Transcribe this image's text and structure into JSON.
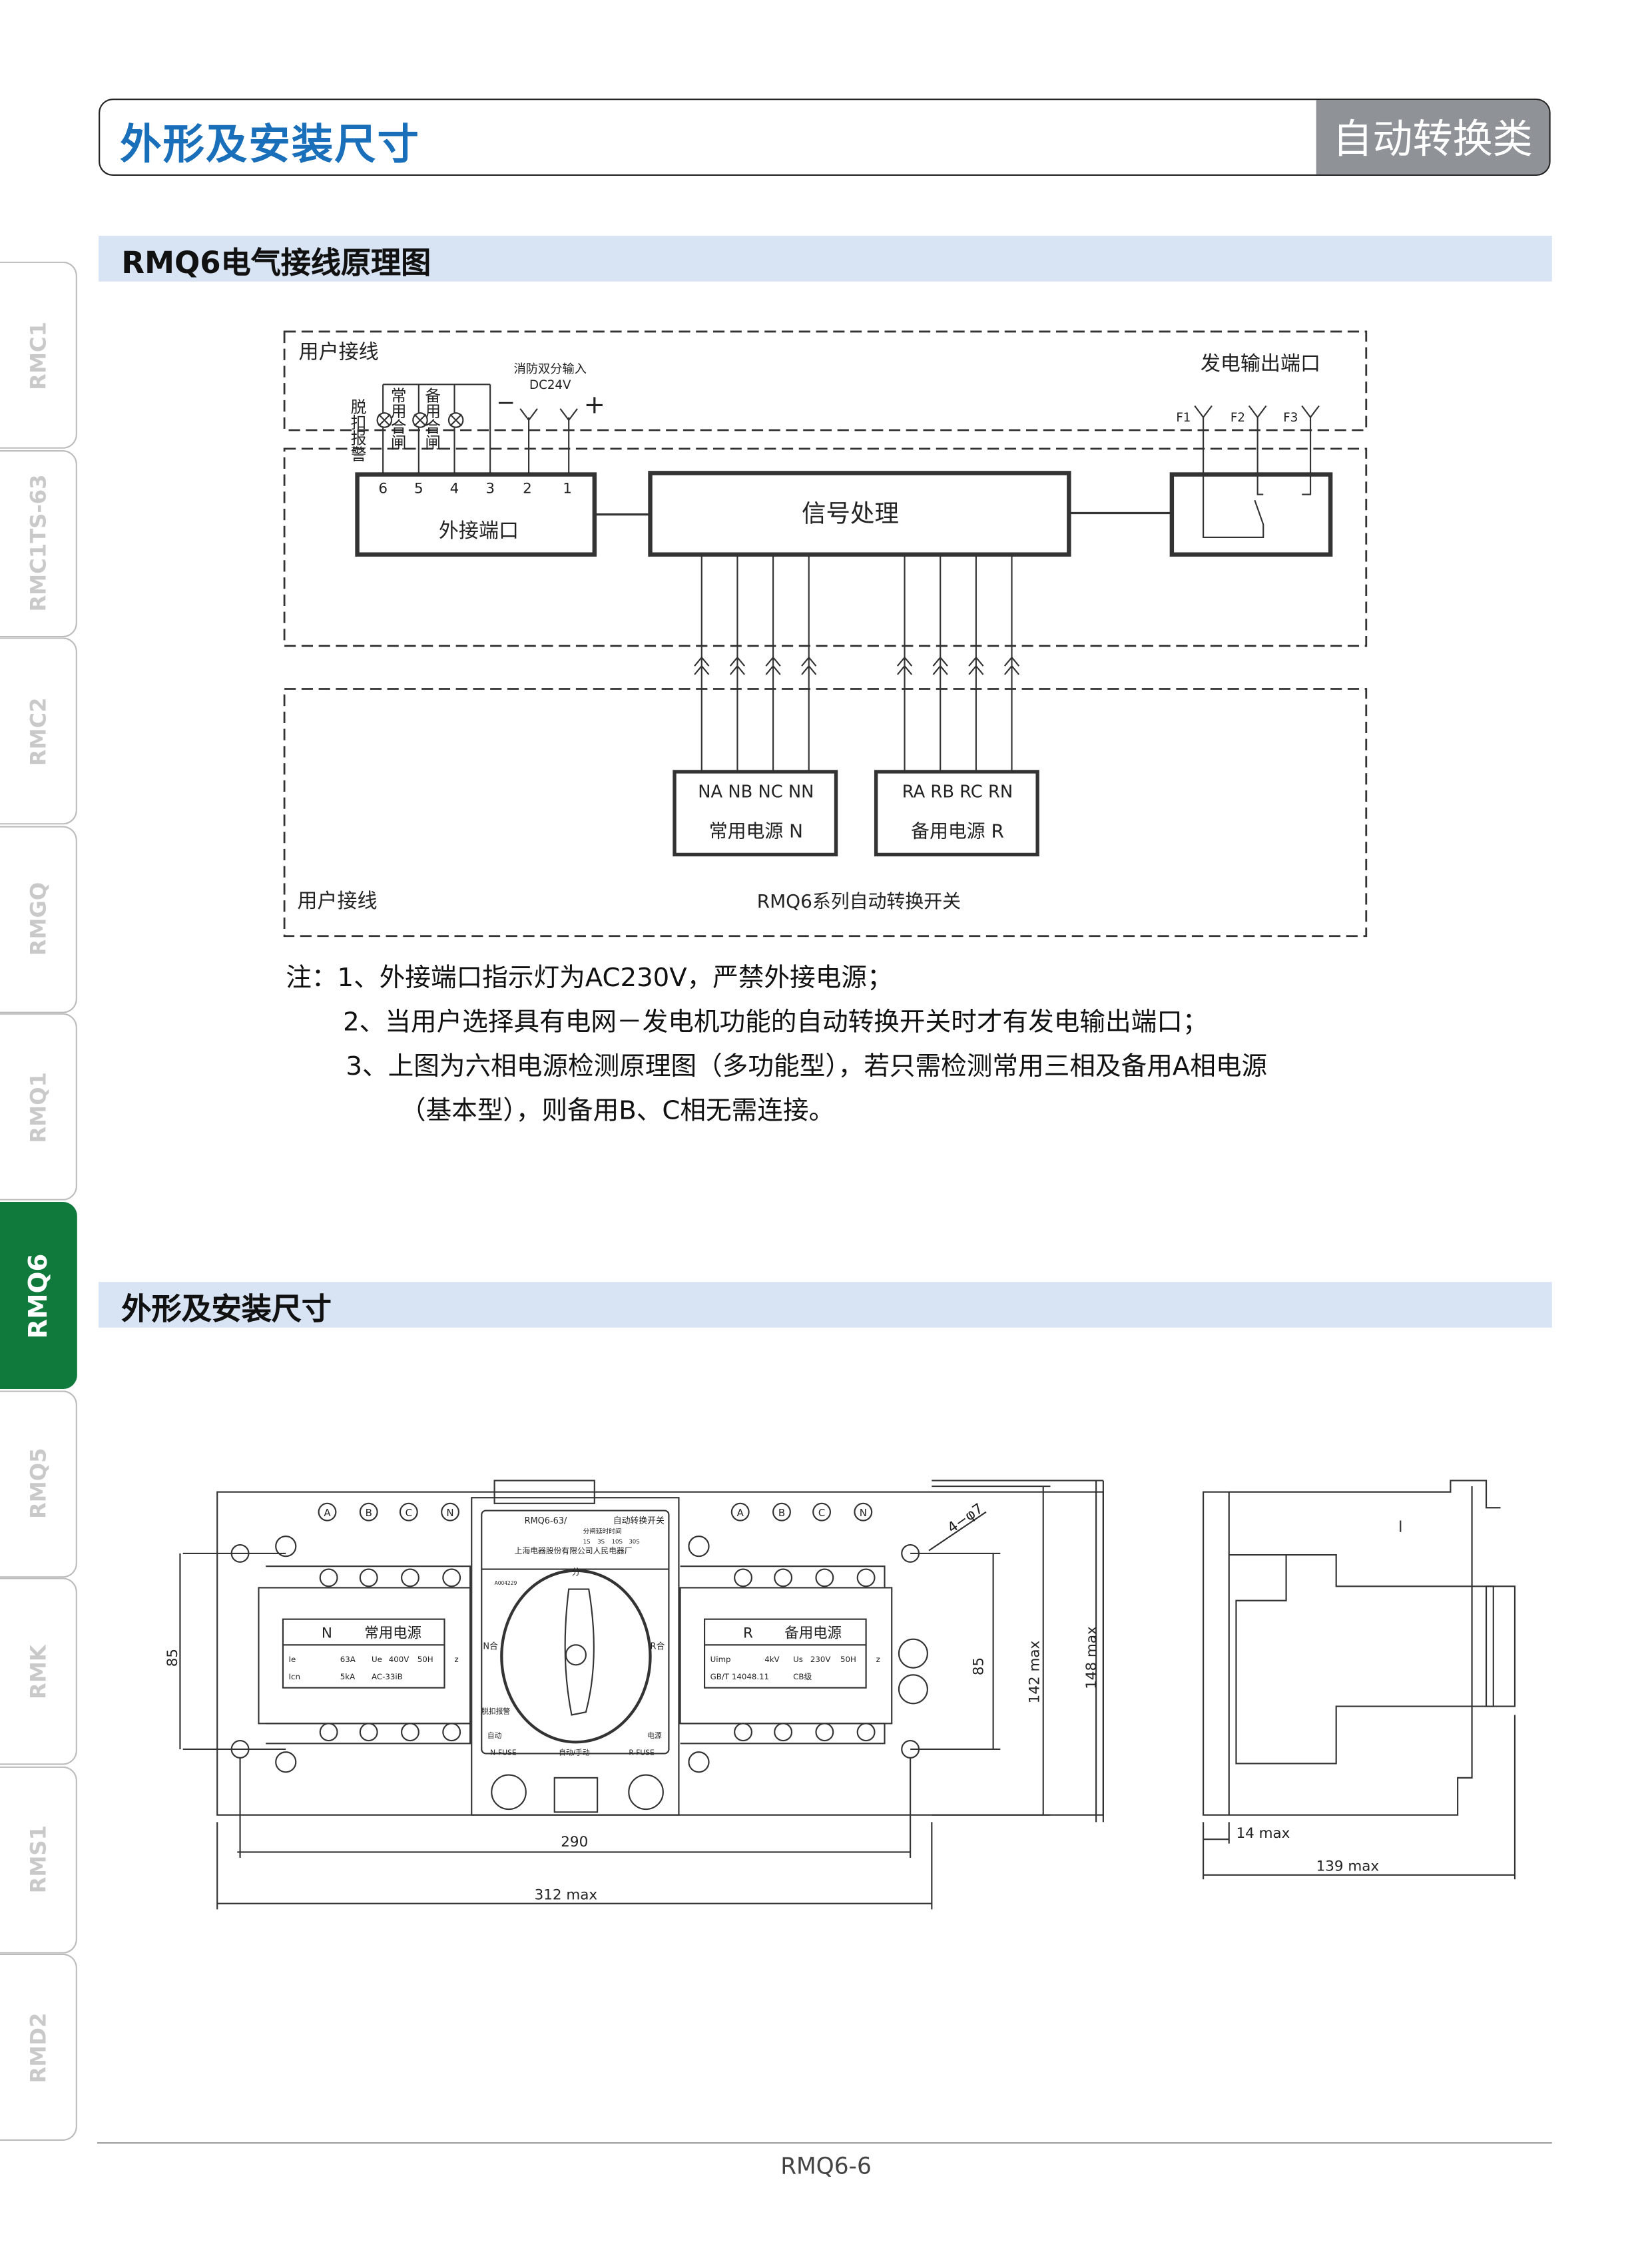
{
  "header": {
    "title": "外形及安装尺寸",
    "category": "自动转换类"
  },
  "sidebar": {
    "tabs": [
      {
        "label": "RMC1",
        "active": false
      },
      {
        "label": "RMC1TS-63",
        "active": false
      },
      {
        "label": "RMC2",
        "active": false
      },
      {
        "label": "RMGQ",
        "active": false
      },
      {
        "label": "RMQ1",
        "active": false
      },
      {
        "label": "RMQ6",
        "active": true
      },
      {
        "label": "RMQ5",
        "active": false
      },
      {
        "label": "RMK",
        "active": false
      },
      {
        "label": "RMS1",
        "active": false
      },
      {
        "label": "RMD2",
        "active": false
      }
    ]
  },
  "section1": {
    "title": "RMQ6电气接线原理图"
  },
  "wiring": {
    "user_wiring_top": "用户接线",
    "lamp_labels": [
      "脱扣报警",
      "常用合闸",
      "备用合闸"
    ],
    "fire_input": "消防双分输入",
    "dc": "DC24V",
    "minus": "−",
    "plus": "+",
    "gen_output": "发电输出端口",
    "f_labels": [
      "F1",
      "F2",
      "F3"
    ],
    "port_numbers": [
      "6",
      "5",
      "4",
      "3",
      "2",
      "1"
    ],
    "ext_port": "外接端口",
    "signal": "信号处理",
    "normal_terms": "NA NB  NC NN",
    "normal_src": "常用电源 N",
    "backup_terms": "RA  RB  RC  RN",
    "backup_src": "备用电源 R",
    "user_wiring_bottom": "用户接线",
    "series": "RMQ6系列自动转换开关"
  },
  "notes": [
    "注：1、外接端口指示灯为AC230V，严禁外接电源；",
    "2、当用户选择具有电网－发电机功能的自动转换开关时才有发电输出端口；",
    "3、上图为六相电源检测原理图（多功能型），若只需检测常用三相及备用A相电源",
    "（基本型），则备用B、C相无需连接。"
  ],
  "section2": {
    "title": "外形及安装尺寸"
  },
  "drawing": {
    "phases": [
      "A",
      "B",
      "C",
      "N"
    ],
    "model": "RMQ6-63/",
    "model_name": "自动转换开关",
    "delay": "分闸延时时间",
    "delays": [
      "1S",
      "3S",
      "10S",
      "30S"
    ],
    "maker": "上海电器股份有限公司人民电器厂",
    "serial": "A004229",
    "off": "分",
    "n_on": "N合",
    "r_on": "R合",
    "trip": "脱扣报警",
    "auto": "自动",
    "power": "电源",
    "n_fuse": "N-FUSE",
    "auto_manual": "自动/手动",
    "r_fuse": "R-FUSE",
    "n_plate": {
      "letter": "N",
      "name": "常用电源",
      "row1": [
        "Ie",
        "63A",
        "Ue",
        "400V",
        "50H",
        "z"
      ],
      "row2": [
        "Icn",
        "5kA",
        "AC-33iB"
      ]
    },
    "r_plate": {
      "letter": "R",
      "name": "备用电源",
      "row1": [
        "Uimp",
        "4kV",
        "Us",
        "230V",
        "50H",
        "z"
      ],
      "row2": [
        "GB/T 14048.11",
        "CB级"
      ]
    },
    "dims": {
      "h85_left": "85",
      "h85_right": "85",
      "w290": "290",
      "w312": "312 max",
      "h142": "142 max",
      "h148": "148 max",
      "holes": "4−φ7",
      "d14": "14 max",
      "d139": "139 max"
    }
  },
  "footer": {
    "page": "RMQ6-6"
  }
}
